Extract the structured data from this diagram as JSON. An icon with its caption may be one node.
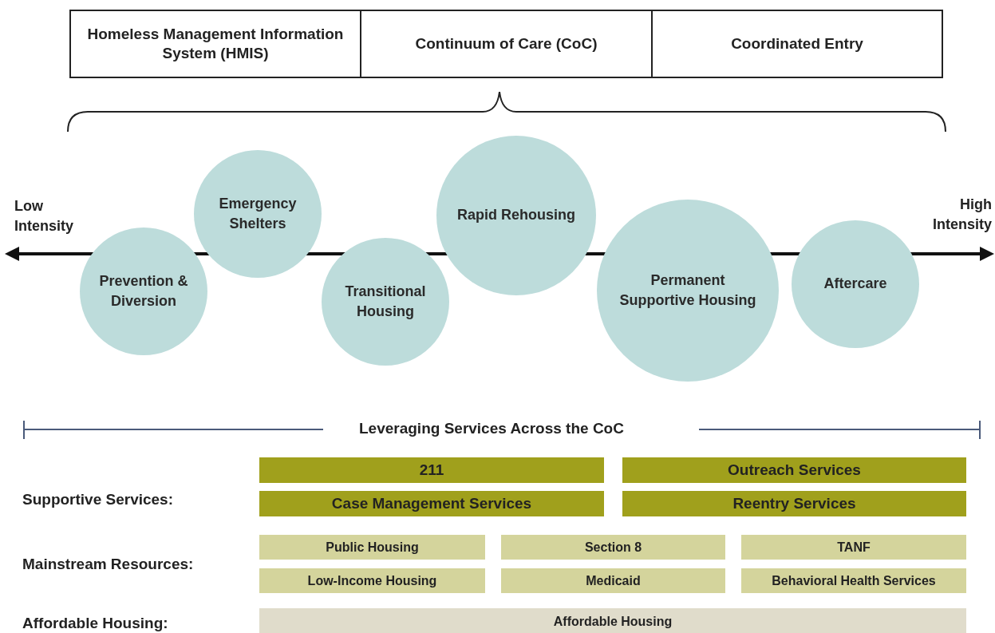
{
  "diagram": {
    "nodes": [
      {
        "text": [
          "Homeless Management Information System (HMIS)"
        ]
      },
      {
        "text": [
          "Continuum of Care (CoC)"
        ]
      },
      {
        "text": [
          "Coordinated Entry"
        ]
      },
      {
        "text": [
          "Prevention & Diversion"
        ]
      },
      {
        "text": [
          "Emergency Shelters"
        ]
      },
      {
        "text": [
          "Transitional Housing"
        ]
      },
      {
        "text": [
          "Rapid Rehousing"
        ]
      },
      {
        "text": [
          "Permanent Supportive Housing"
        ]
      },
      {
        "text": [
          "Aftercare"
        ]
      },
      {
        "text": [
          "211"
        ]
      },
      {
        "text": [
          "Outreach Services"
        ]
      },
      {
        "text": [
          "Case Management Services"
        ]
      },
      {
        "text": [
          "Reentry Services"
        ]
      },
      {
        "text": [
          "Public Housing"
        ]
      },
      {
        "text": [
          "Section 8"
        ]
      },
      {
        "text": [
          "TANF"
        ]
      },
      {
        "text": [
          "Low-Income Housing"
        ]
      },
      {
        "text": [
          "Medicaid"
        ]
      },
      {
        "text": [
          "Behavioral Health Services"
        ]
      },
      {
        "text": [
          "Affordable Housing"
        ]
      }
    ],
    "labels": [
      "Low Intensity",
      "High Intensity",
      "Leveraging Services Across the CoC",
      "Supportive Services:",
      "Mainstream Resources:",
      "Affordable Housing:"
    ]
  }
}
